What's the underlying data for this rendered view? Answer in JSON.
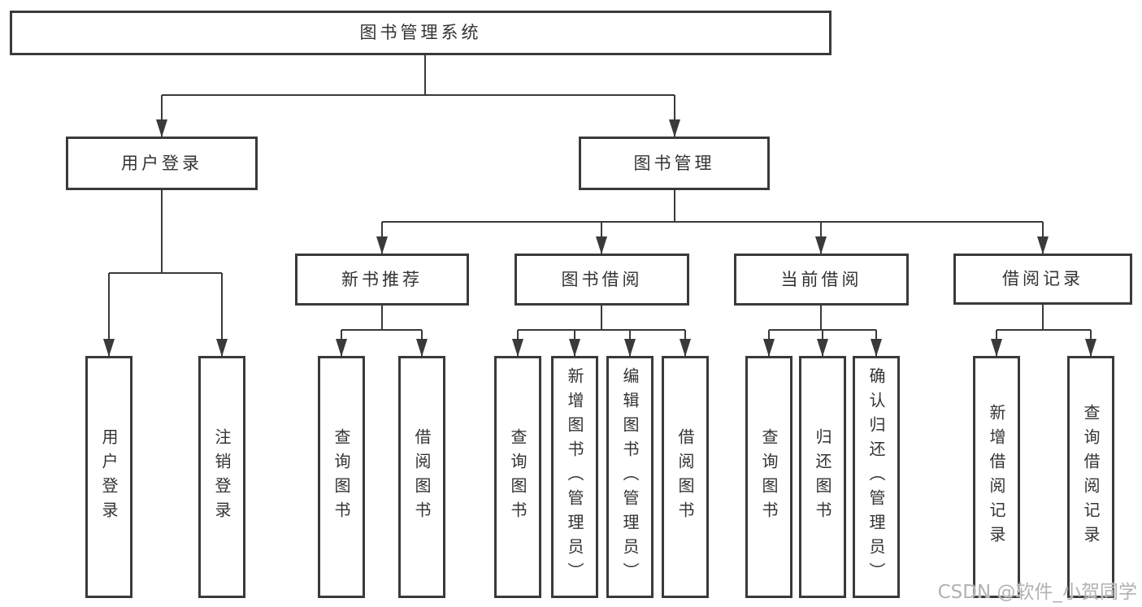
{
  "diagram": {
    "title": "图书管理系统",
    "root": {
      "label": "图书管理系统",
      "children": [
        {
          "label": "用户登录",
          "children": [
            {
              "label": "用户登录"
            },
            {
              "label": "注销登录"
            }
          ]
        },
        {
          "label": "图书管理",
          "children": [
            {
              "label": "新书推荐",
              "children": [
                {
                  "label": "查询图书"
                },
                {
                  "label": "借阅图书"
                }
              ]
            },
            {
              "label": "图书借阅",
              "children": [
                {
                  "label": "查询图书"
                },
                {
                  "label": "新增图书（管理员）"
                },
                {
                  "label": "编辑图书（管理员）"
                },
                {
                  "label": "借阅图书"
                }
              ]
            },
            {
              "label": "当前借阅",
              "children": [
                {
                  "label": "查询图书"
                },
                {
                  "label": "归还图书"
                },
                {
                  "label": "确认归还（管理员）"
                }
              ]
            },
            {
              "label": "借阅记录",
              "children": [
                {
                  "label": "新增借阅记录"
                },
                {
                  "label": "查询借阅记录"
                }
              ]
            }
          ]
        }
      ]
    },
    "colors": {
      "line": "#3a3a3a",
      "box_border": "#3a3a3a",
      "text": "#333333",
      "watermark": "#b2b2b2",
      "background": "#ffffff"
    }
  },
  "watermark": {
    "text": "CSDN @软件_小贺同学"
  }
}
